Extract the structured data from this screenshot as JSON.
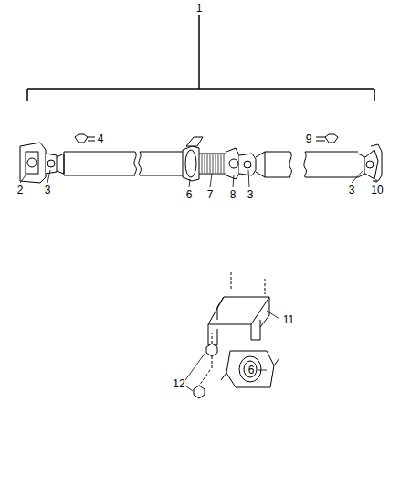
{
  "diagram": {
    "labels": [
      "1",
      "2",
      "3",
      "4",
      "6",
      "7",
      "8",
      "3",
      "9",
      "3",
      "10",
      "11",
      "6",
      "12"
    ]
  }
}
